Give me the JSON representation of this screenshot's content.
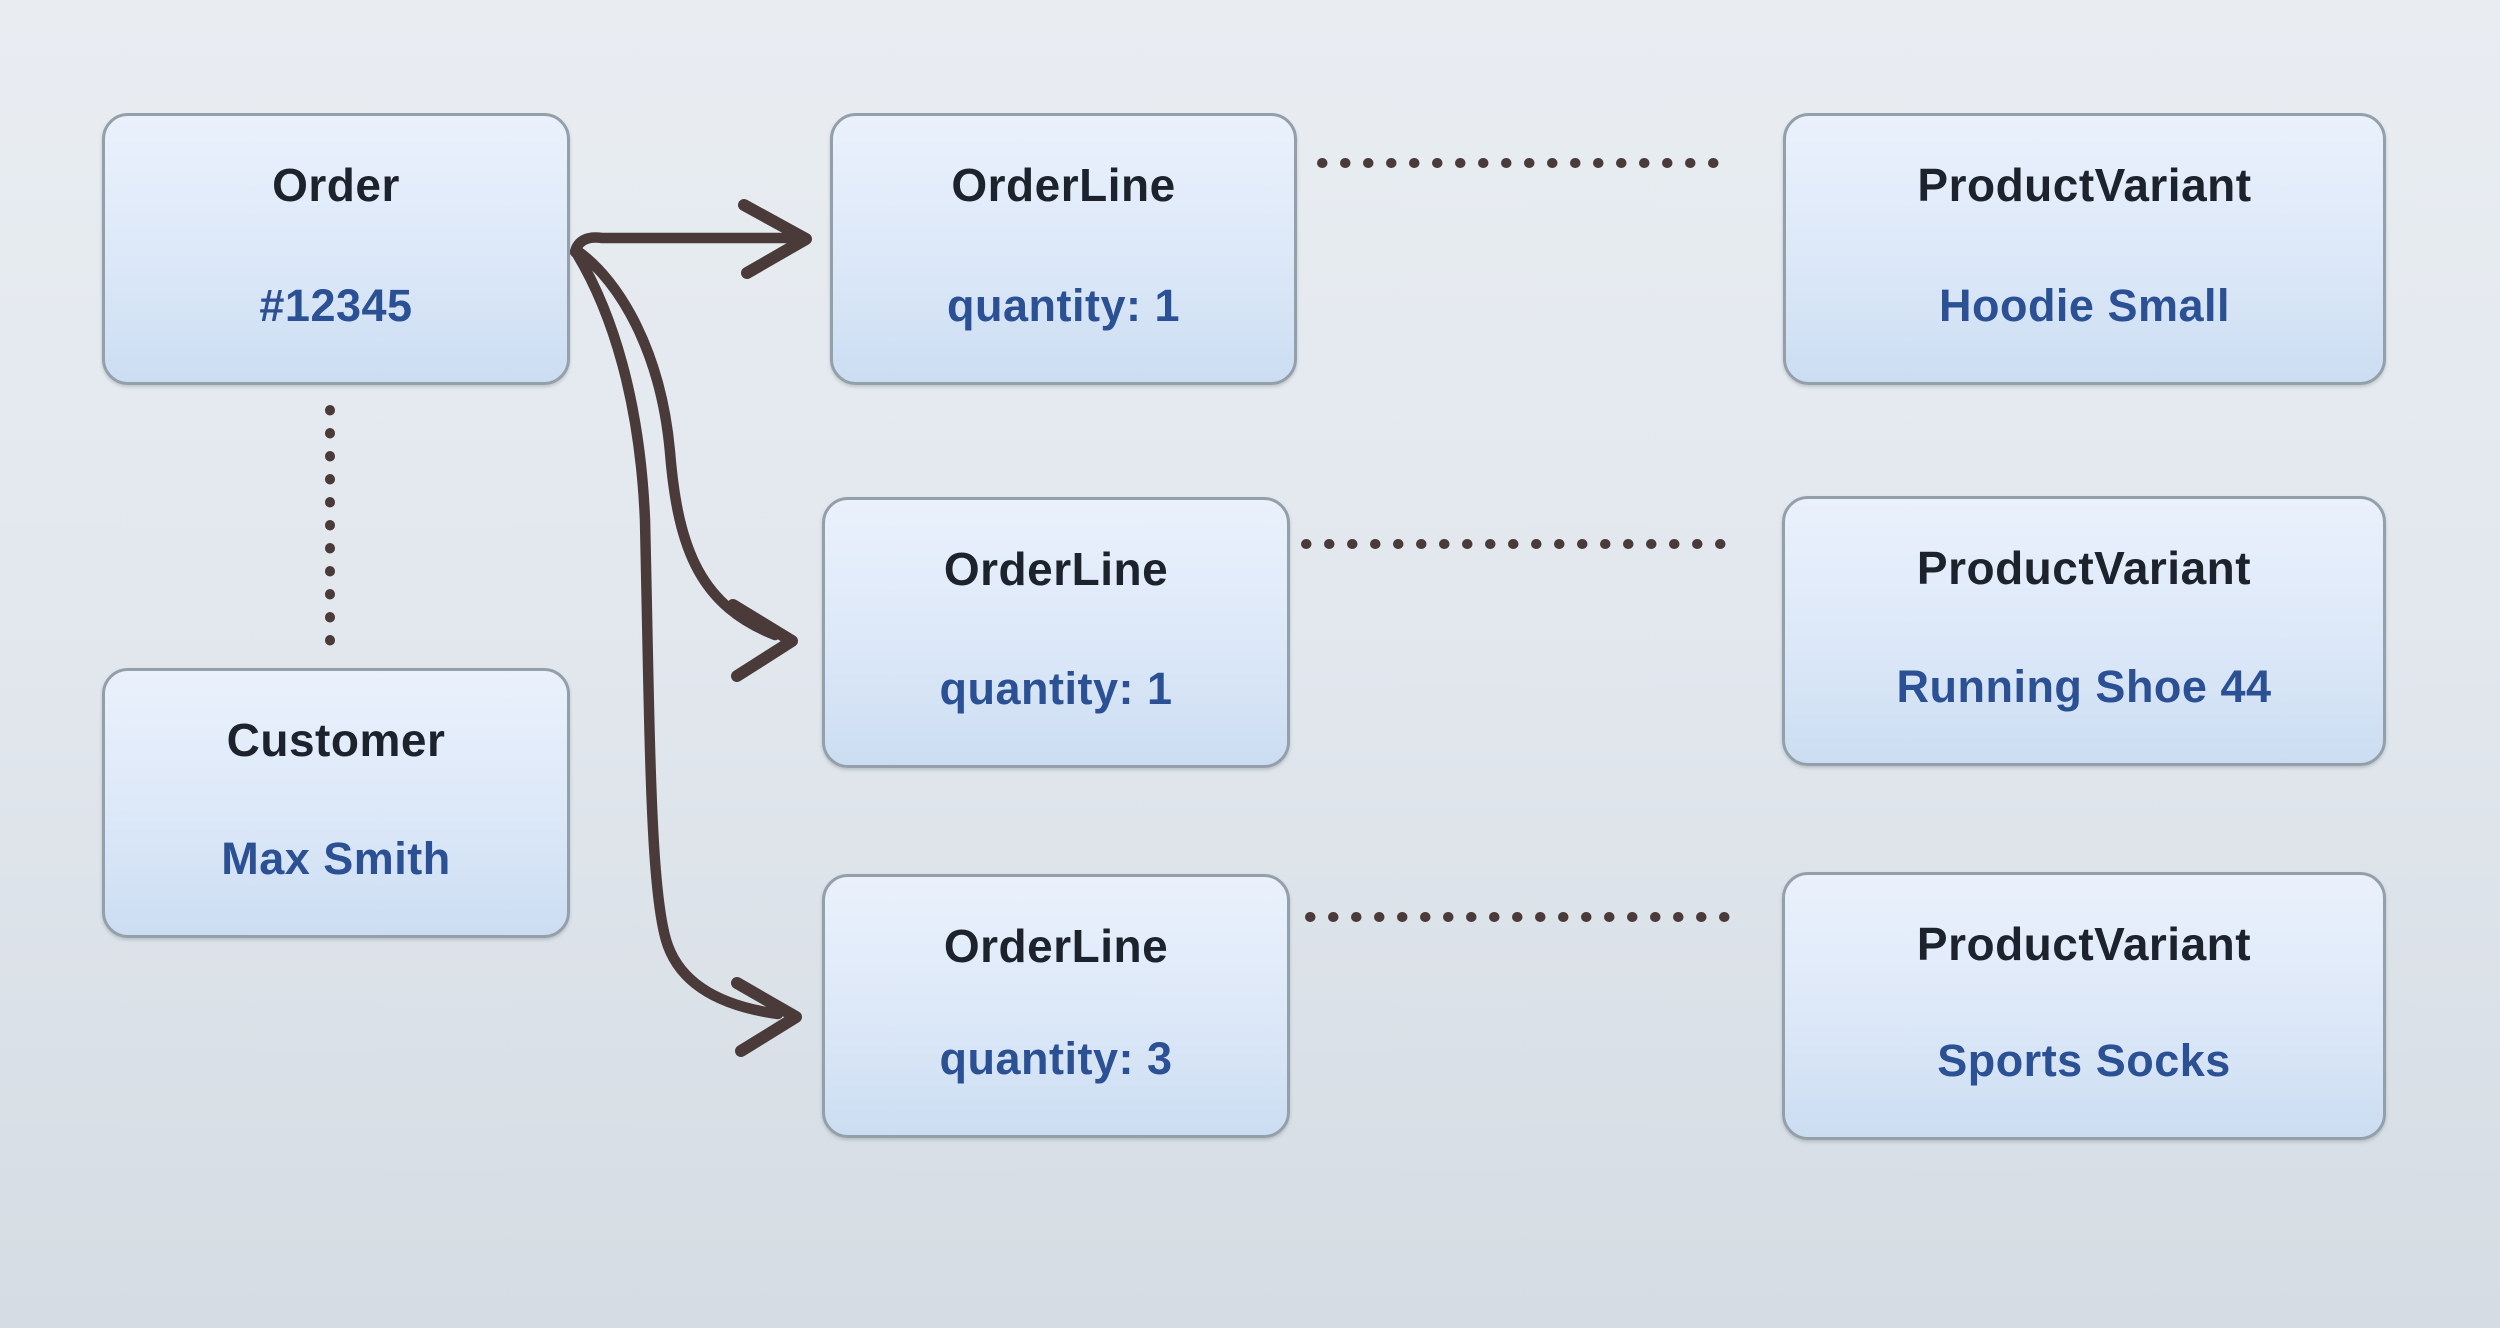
{
  "diagram": {
    "nodes": [
      {
        "id": "order",
        "title": "Order",
        "value": "#12345"
      },
      {
        "id": "customer",
        "title": "Customer",
        "value": "Max Smith"
      },
      {
        "id": "orderline-1",
        "title": "OrderLine",
        "value": "quantity: 1"
      },
      {
        "id": "orderline-2",
        "title": "OrderLine",
        "value": "quantity: 1"
      },
      {
        "id": "orderline-3",
        "title": "OrderLine",
        "value": "quantity: 3"
      },
      {
        "id": "productvariant-1",
        "title": "ProductVariant",
        "value": "Hoodie Small"
      },
      {
        "id": "productvariant-2",
        "title": "ProductVariant",
        "value": "Running Shoe 44"
      },
      {
        "id": "productvariant-3",
        "title": "ProductVariant",
        "value": "Sports Socks"
      }
    ],
    "edges": [
      {
        "from": "order",
        "to": "orderline-1",
        "style": "solid-arrow"
      },
      {
        "from": "order",
        "to": "orderline-2",
        "style": "solid-arrow"
      },
      {
        "from": "order",
        "to": "orderline-3",
        "style": "solid-arrow"
      },
      {
        "from": "order",
        "to": "customer",
        "style": "dotted"
      },
      {
        "from": "orderline-1",
        "to": "productvariant-1",
        "style": "dotted"
      },
      {
        "from": "orderline-2",
        "to": "productvariant-2",
        "style": "dotted"
      },
      {
        "from": "orderline-3",
        "to": "productvariant-3",
        "style": "dotted"
      }
    ],
    "colors": {
      "node_fill_top": "#eaf1fc",
      "node_fill_bottom": "#ccddf2",
      "node_border": "#94a0a9",
      "title_text": "#1d232c",
      "value_text": "#2b5094",
      "connector": "#4a3b3a",
      "background_top": "#e9edf2",
      "background_bottom": "#d5dce3"
    }
  }
}
